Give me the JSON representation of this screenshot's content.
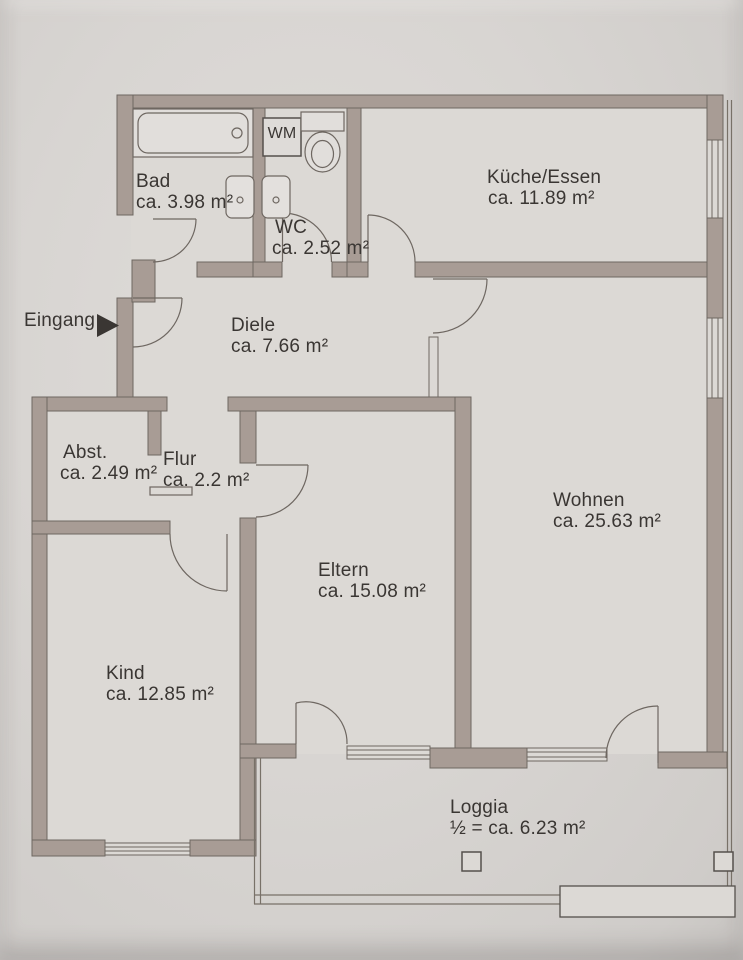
{
  "floor_plan": {
    "entrance_label": "Eingang",
    "washing_machine_label": "WM",
    "rooms": [
      {
        "id": "bad",
        "name": "Bad",
        "area": "ca. 3.98 m²"
      },
      {
        "id": "wc",
        "name": "WC",
        "area": "ca. 2.52 m²"
      },
      {
        "id": "kueche",
        "name": "Küche/Essen",
        "area": "ca. 11.89 m²"
      },
      {
        "id": "diele",
        "name": "Diele",
        "area": "ca. 7.66 m²"
      },
      {
        "id": "abst",
        "name": "Abst.",
        "area": "ca. 2.49 m²"
      },
      {
        "id": "flur",
        "name": "Flur",
        "area": "ca. 2.2 m²"
      },
      {
        "id": "wohnen",
        "name": "Wohnen",
        "area": "ca. 25.63 m²"
      },
      {
        "id": "eltern",
        "name": "Eltern",
        "area": "ca. 15.08 m²"
      },
      {
        "id": "kind",
        "name": "Kind",
        "area": "ca. 12.85 m²"
      },
      {
        "id": "loggia",
        "name": "Loggia",
        "area": "½ = ca. 6.23 m²"
      }
    ],
    "colors": {
      "wall": "#a89c95",
      "paper": "#d8d5d2",
      "floor": "#dcd9d5",
      "line": "#6e6761",
      "text": "#3a3633"
    }
  }
}
